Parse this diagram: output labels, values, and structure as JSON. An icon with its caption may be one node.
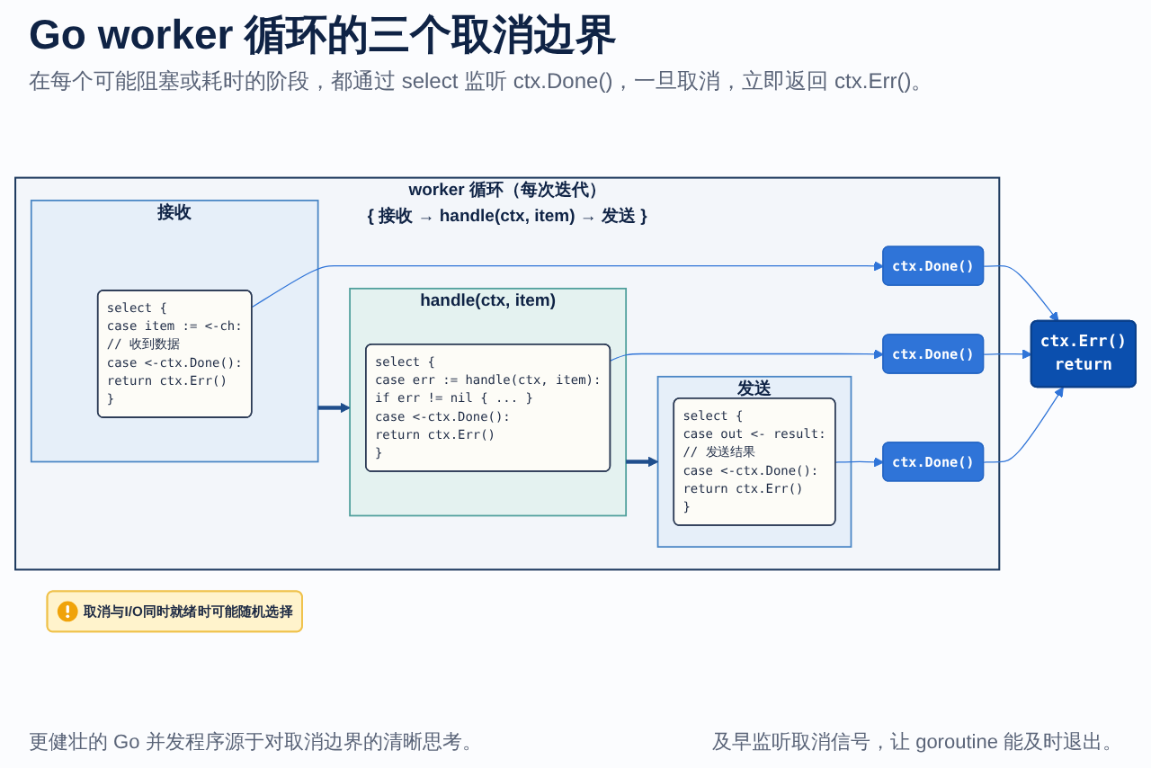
{
  "diagram": {
    "title": "Go worker 循环的三个取消边界",
    "nodes": [
      {
        "text": [
          "取消与I/O同时就绪时可能随机选择"
        ]
      },
      {
        "text": [
          "worker 循环（每次迭代）",
          "{ 接收 → handle(ctx, item) → 发送 }"
        ]
      },
      {
        "text": [
          "接收"
        ],
        "in": 1
      },
      {
        "text": [
          "select {",
          "case item := <-ch:",
          "// 收到数据",
          "case <-ctx.Done():",
          "return ctx.Err()",
          "}"
        ],
        "in": 2
      },
      {
        "text": [
          "handle(ctx, item)"
        ],
        "in": 1
      },
      {
        "text": [
          "select {",
          "case err := handle(ctx, item):",
          "if err != nil { ... }",
          "case <-ctx.Done():",
          "return ctx.Err()",
          "}"
        ],
        "in": 4
      },
      {
        "text": [
          "发送"
        ],
        "in": 1
      },
      {
        "text": [
          "select {",
          "case out <- result:",
          "// 发送结果",
          "case <-ctx.Done():",
          "return ctx.Err()",
          "}"
        ],
        "in": 6
      },
      {
        "text": [
          "ctx.Done()"
        ],
        "in": 1
      },
      {
        "text": [
          "ctx.Done()"
        ],
        "in": 1
      },
      {
        "text": [
          "ctx.Done()"
        ],
        "in": 1
      },
      {
        "text": [
          "ctx.Err()",
          "return"
        ]
      }
    ],
    "edges": [
      {
        "from": 2,
        "to": 4,
        "arrow": "to",
        "style": "thick",
        "color": "#1f4e8c"
      },
      {
        "from": 4,
        "to": 6,
        "arrow": "to",
        "style": "thick",
        "color": "#1f4e8c"
      },
      {
        "from": 3,
        "to": 8,
        "arrow": "to"
      },
      {
        "from": 5,
        "to": 9,
        "arrow": "to"
      },
      {
        "from": 7,
        "to": 10,
        "arrow": "to"
      },
      {
        "from": 8,
        "to": 11,
        "arrow": "to"
      },
      {
        "from": 9,
        "to": 11,
        "arrow": "to"
      },
      {
        "from": 10,
        "to": 11,
        "arrow": "to"
      }
    ],
    "labels": [
      "在每个可能阻塞或耗时的阶段，都通过 select 监听 ctx.Done()，一旦取消，立即返回 ctx.Err()。",
      "更健壮的 Go 并发程序源于对取消边界的清晰思考。",
      "及早监听取消信号，让 goroutine 能及时退出。"
    ]
  }
}
